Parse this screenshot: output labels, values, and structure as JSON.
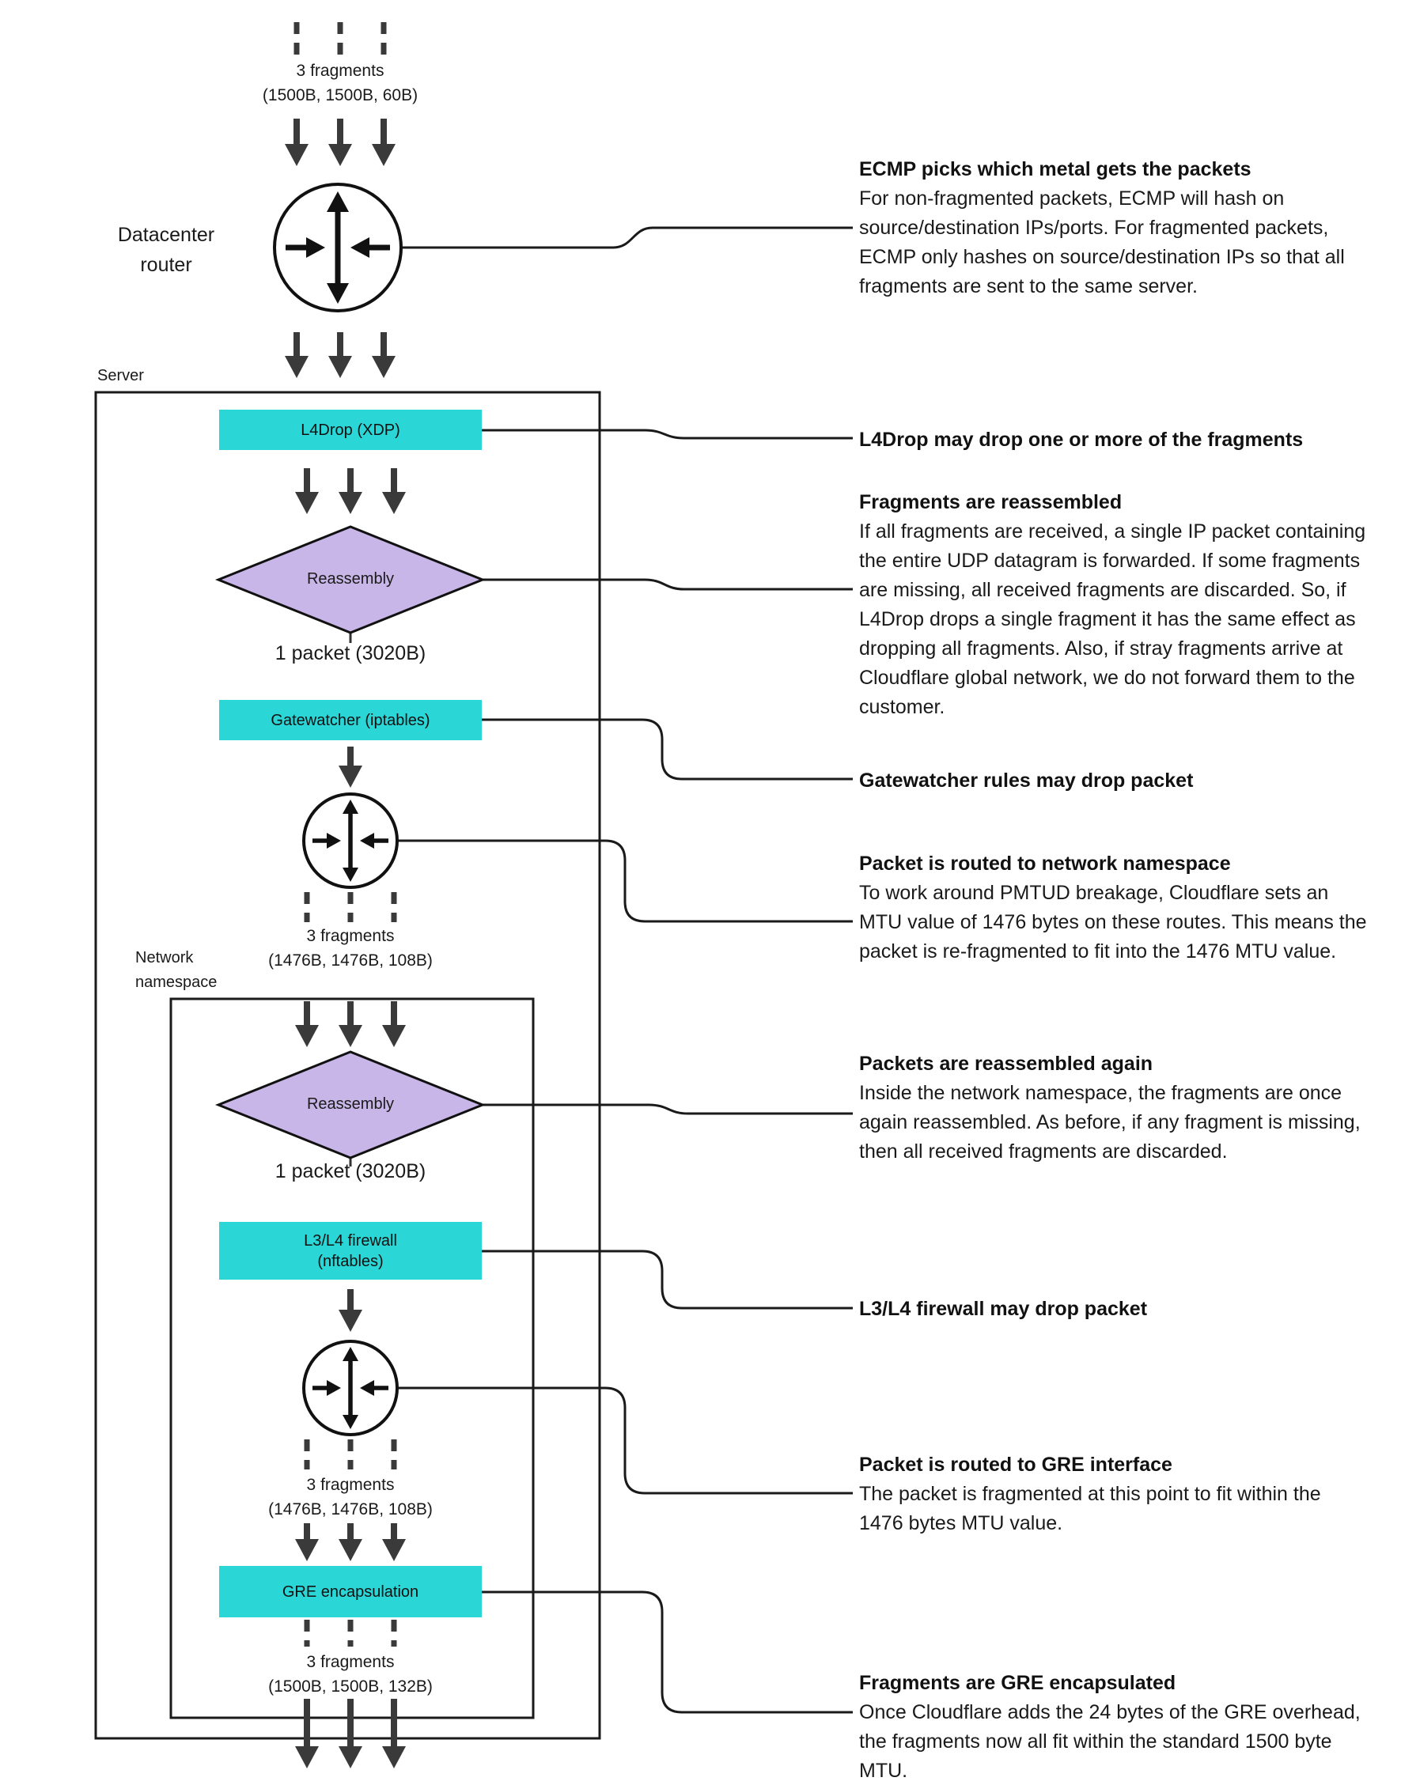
{
  "colors": {
    "process_box": "#2BD6D6",
    "reassembly_diamond": "#C9B6E8",
    "arrow": "#3A3A3A",
    "outline": "#1A1A1A",
    "background": "#FFFFFF"
  },
  "flow": {
    "top_fragments": {
      "label": "3 fragments",
      "sizes": "(1500B, 1500B, 60B)"
    },
    "datacenter_router": "Datacenter router",
    "server": "Server",
    "l4drop": "L4Drop (XDP)",
    "reassembly_1": "Reassembly",
    "packet_1": "1 packet (3020B)",
    "gatewatcher": "Gatewatcher (iptables)",
    "mid_fragments": {
      "label": "3 fragments",
      "sizes": "(1476B, 1476B, 108B)"
    },
    "network_namespace": "Network namespace",
    "reassembly_2": "Reassembly",
    "packet_2": "1 packet (3020B)",
    "firewall": {
      "line1": "L3/L4 firewall",
      "line2": "(nftables)"
    },
    "gre_in_fragments": {
      "label": "3 fragments",
      "sizes": "(1476B, 1476B, 108B)"
    },
    "gre": "GRE encapsulation",
    "bottom_fragments": {
      "label": "3 fragments",
      "sizes": "(1500B, 1500B, 132B)"
    }
  },
  "annotations": [
    {
      "heading": "ECMP picks which metal gets the packets",
      "body": "For non-fragmented packets, ECMP will hash on source/destination IPs/ports. For fragmented packets, ECMP only hashes on source/destination IPs so that all fragments are sent to the same server."
    },
    {
      "heading": "L4Drop may drop one or more of the fragments",
      "body": ""
    },
    {
      "heading": "Fragments are reassembled",
      "body": "If all fragments are received, a single IP packet containing the entire UDP datagram is forwarded. If some fragments are missing, all received fragments are discarded. So, if L4Drop drops a single fragment it has the same effect as dropping all fragments. Also, if stray fragments arrive at Cloudflare global network, we do not forward them to the customer."
    },
    {
      "heading": "Gatewatcher rules may drop packet",
      "body": ""
    },
    {
      "heading": "Packet is routed to network namespace",
      "body": "To work around PMTUD breakage, Cloudflare sets an MTU value of 1476 bytes on these routes. This means the packet is re-fragmented to fit into the 1476 MTU value."
    },
    {
      "heading": "Packets are reassembled again",
      "body": "Inside the network namespace, the fragments are once again reassembled. As before, if any fragment is missing, then all received fragments are discarded."
    },
    {
      "heading": "L3/L4 firewall may drop packet",
      "body": ""
    },
    {
      "heading": "Packet is routed to GRE interface",
      "body": "The packet is fragmented at this point to fit within the 1476 bytes MTU value."
    },
    {
      "heading": "Fragments are GRE encapsulated",
      "body": "Once Cloudflare adds the 24 bytes of the GRE overhead, the fragments now all fit within the standard 1500 byte MTU."
    }
  ]
}
